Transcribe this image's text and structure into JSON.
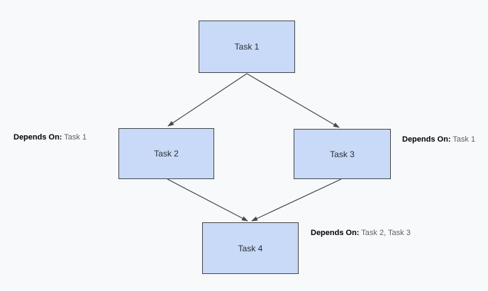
{
  "diagram": {
    "type": "dependency-graph",
    "nodes": [
      {
        "label": "Task 1"
      },
      {
        "label": "Task 2"
      },
      {
        "label": "Task 3"
      },
      {
        "label": "Task 4"
      }
    ],
    "edges": [
      {
        "from": "Task 1",
        "to": "Task 2"
      },
      {
        "from": "Task 1",
        "to": "Task 3"
      },
      {
        "from": "Task 2",
        "to": "Task 4"
      },
      {
        "from": "Task 3",
        "to": "Task 4"
      }
    ],
    "dependency_labels": [
      {
        "target": "Task 2",
        "bold": "Depends On:",
        "rest": " Task 1",
        "position": "left-of-task2"
      },
      {
        "target": "Task 3",
        "bold": "Depends On:",
        "rest": " Task 1",
        "position": "right-of-task3"
      },
      {
        "target": "Task 4",
        "bold": "Depends On:",
        "rest": " Task 2, Task 3",
        "position": "right-of-task4"
      }
    ],
    "colors": {
      "background": "#f8f9fa",
      "node_fill": "#c9daf8",
      "node_border": "#43464b",
      "node_text": "#2a2d31",
      "label_bold": "#000000",
      "label_text": "#5f6368",
      "arrow": "#45484c"
    }
  }
}
